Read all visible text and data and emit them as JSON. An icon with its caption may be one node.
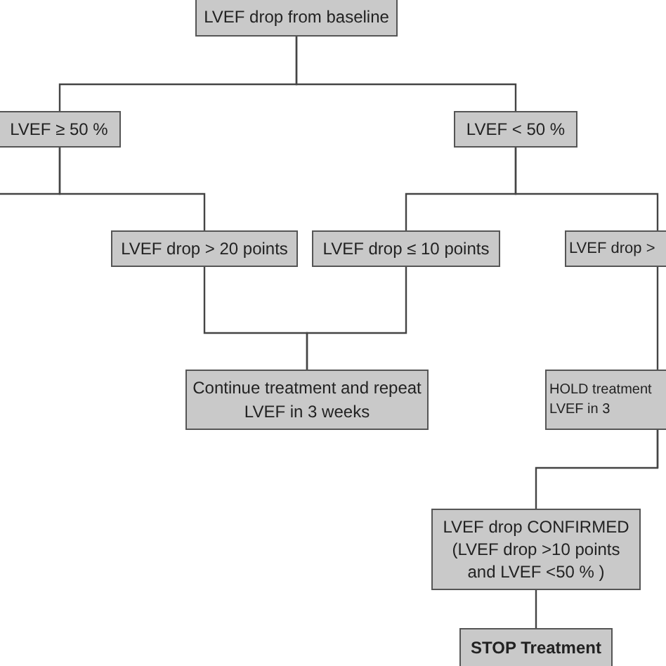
{
  "diagram": {
    "nodes": [
      {
        "text": [
          "LVEF drop from baseline"
        ]
      },
      {
        "text": [
          "LVEF ≥ 50 %"
        ]
      },
      {
        "text": [
          "LVEF < 50 %"
        ]
      },
      {
        "text": [
          "LVEF drop > 20 points"
        ]
      },
      {
        "text": [
          "LVEF drop ≤ 10 points"
        ]
      },
      {
        "text": [
          "LVEF drop >"
        ]
      },
      {
        "text": [
          "Continue treatment and repeat LVEF in 3 weeks"
        ]
      },
      {
        "text": [
          "HOLD treatment LVEF in 3"
        ]
      },
      {
        "text": [
          "LVEF drop CONFIRMED (LVEF drop >10 points and LVEF <50 % )"
        ]
      },
      {
        "text": [
          "STOP Treatment"
        ]
      }
    ],
    "edges": [
      {
        "from": 0,
        "to": 1,
        "arrow": "none"
      },
      {
        "from": 0,
        "to": 2,
        "arrow": "none"
      },
      {
        "from": 1,
        "to": null,
        "arrow": "none"
      },
      {
        "from": 1,
        "to": 3,
        "arrow": "none"
      },
      {
        "from": 2,
        "to": 4,
        "arrow": "none"
      },
      {
        "from": 2,
        "to": 5,
        "arrow": "none"
      },
      {
        "from": 3,
        "to": 6,
        "arrow": "none"
      },
      {
        "from": 4,
        "to": 6,
        "arrow": "none"
      },
      {
        "from": 5,
        "to": 7,
        "arrow": "none"
      },
      {
        "from": 7,
        "to": 8,
        "arrow": "none"
      },
      {
        "from": 8,
        "to": 9,
        "arrow": "none"
      }
    ]
  }
}
